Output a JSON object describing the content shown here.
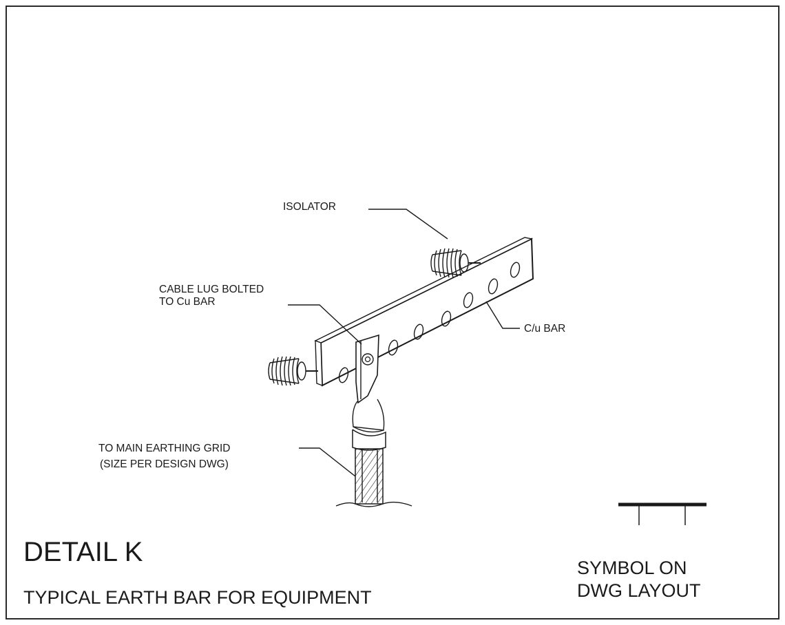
{
  "labels": {
    "isolator": "ISOLATOR",
    "cable_lug_line1": "CABLE LUG BOLTED",
    "cable_lug_line2": "TO Cu BAR",
    "cu_bar": "C/u BAR",
    "earthing_line1": "TO MAIN EARTHING GRID",
    "earthing_line2": "(SIZE PER DESIGN DWG)"
  },
  "title": {
    "detail": "DETAIL K",
    "subtitle": "TYPICAL EARTH BAR FOR EQUIPMENT"
  },
  "symbol": {
    "line1": "SYMBOL ON",
    "line2": "DWG LAYOUT"
  }
}
